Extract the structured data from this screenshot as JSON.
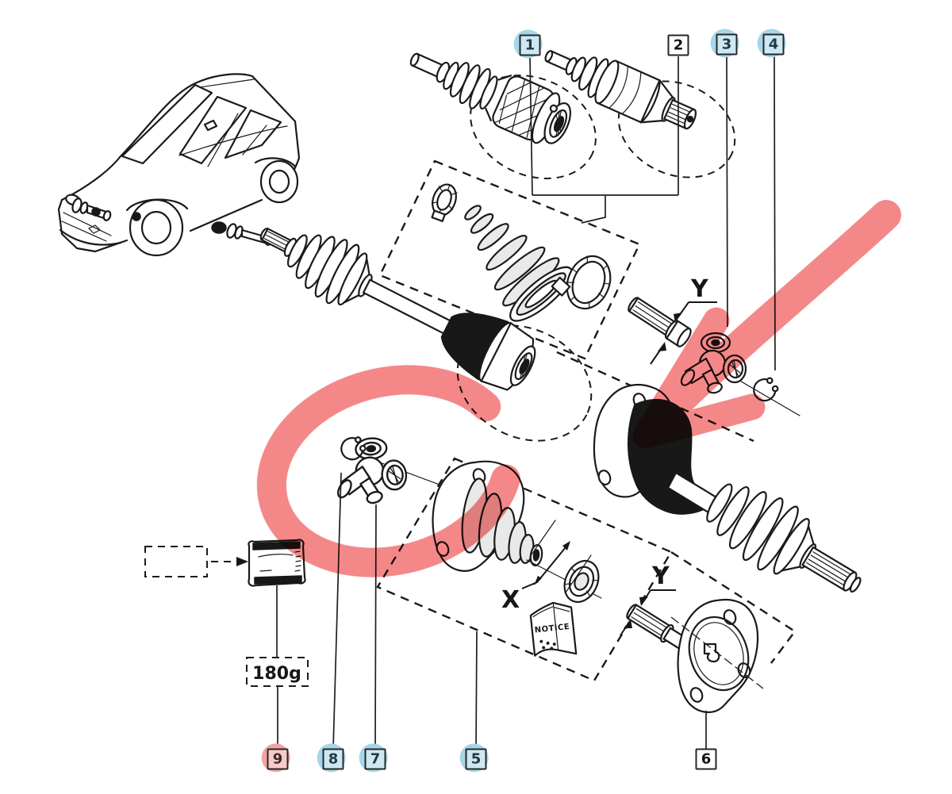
{
  "figure": {
    "type": "exploded-parts-diagram",
    "subject": "front drive shaft / CV joint assembly with minivan location drawing",
    "callouts": [
      {
        "label": "1",
        "highlight": "blue"
      },
      {
        "label": "2",
        "highlight": "none"
      },
      {
        "label": "3",
        "highlight": "blue"
      },
      {
        "label": "4",
        "highlight": "blue"
      },
      {
        "label": "5",
        "highlight": "blue"
      },
      {
        "label": "6",
        "highlight": "none"
      },
      {
        "label": "7",
        "highlight": "blue"
      },
      {
        "label": "8",
        "highlight": "blue"
      },
      {
        "label": "9",
        "highlight": "red"
      }
    ],
    "dimensions": {
      "x_label": "X",
      "y_label_upper": "Y",
      "y_label_lower": "Y"
    },
    "grease_label": "180g",
    "notice_label": "NOTICE",
    "annotations": {
      "freehand_arrow": "red marker arrow pointing at inner joint boot",
      "freehand_circle": "red marker circle around spider joint and circlip (parts 7 and 8)"
    },
    "colors": {
      "line": "#1a1a1a",
      "highlight_blue": "#a5d6ea",
      "highlight_red": "#f2a3a3",
      "annotation_red": "#f26e6e",
      "background": "#ffffff"
    }
  }
}
